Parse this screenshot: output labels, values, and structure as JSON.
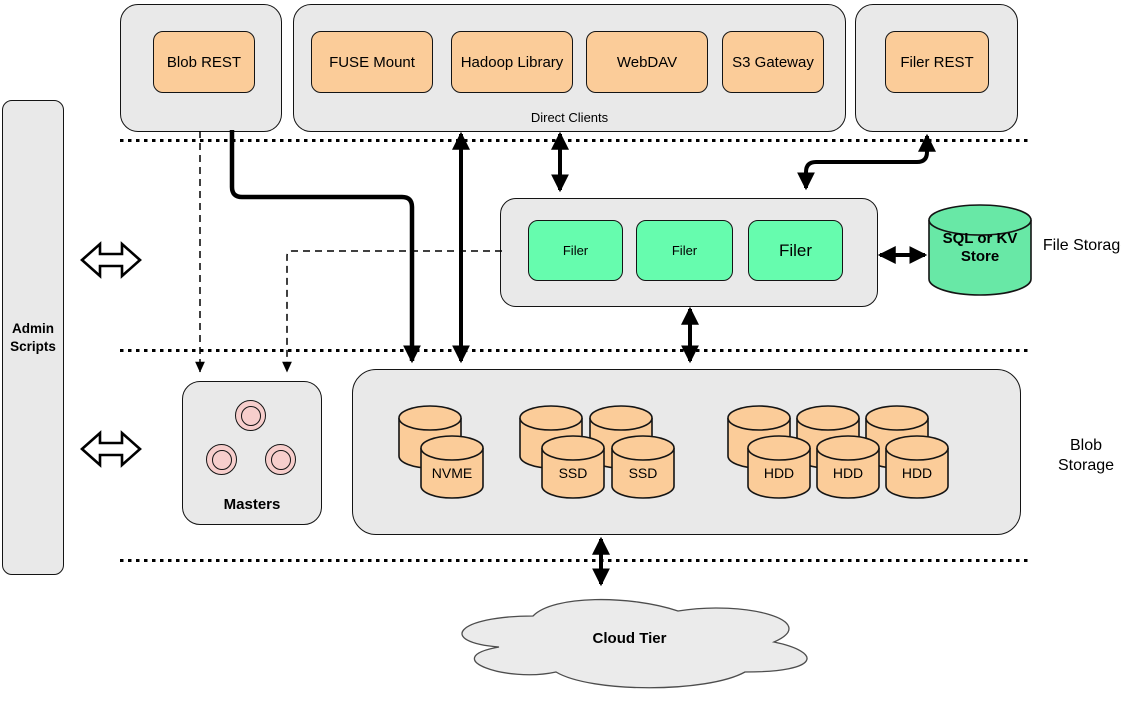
{
  "clients": {
    "blob_rest_label": "Blob REST",
    "direct_clients_label": "Direct Clients",
    "direct_items": [
      "FUSE Mount",
      "Hadoop Library",
      "WebDAV",
      "S3 Gateway"
    ],
    "filer_rest_label": "Filer REST"
  },
  "admin": {
    "label": "Admin Scripts"
  },
  "file_storage": {
    "section_label": "File Storage",
    "filers": [
      "Filer",
      "Filer",
      "Filer"
    ],
    "store_label": "SQL or KV Store"
  },
  "blob_storage": {
    "section_label": "Blob Storage",
    "masters_label": "Masters",
    "master_count": 3,
    "volumes": [
      "NVME",
      "SSD",
      "SSD",
      "HDD",
      "HDD",
      "HDD"
    ]
  },
  "cloud": {
    "label": "Cloud Tier"
  },
  "colors": {
    "container_gray": "#E9E9E9",
    "client_orange": "#FBCC99",
    "filer_green": "#66FCAE",
    "store_green": "#68E8A6",
    "master_pink": "#F7CECC",
    "cloud_gray": "#EBEBEB",
    "line_black": "#000000"
  }
}
